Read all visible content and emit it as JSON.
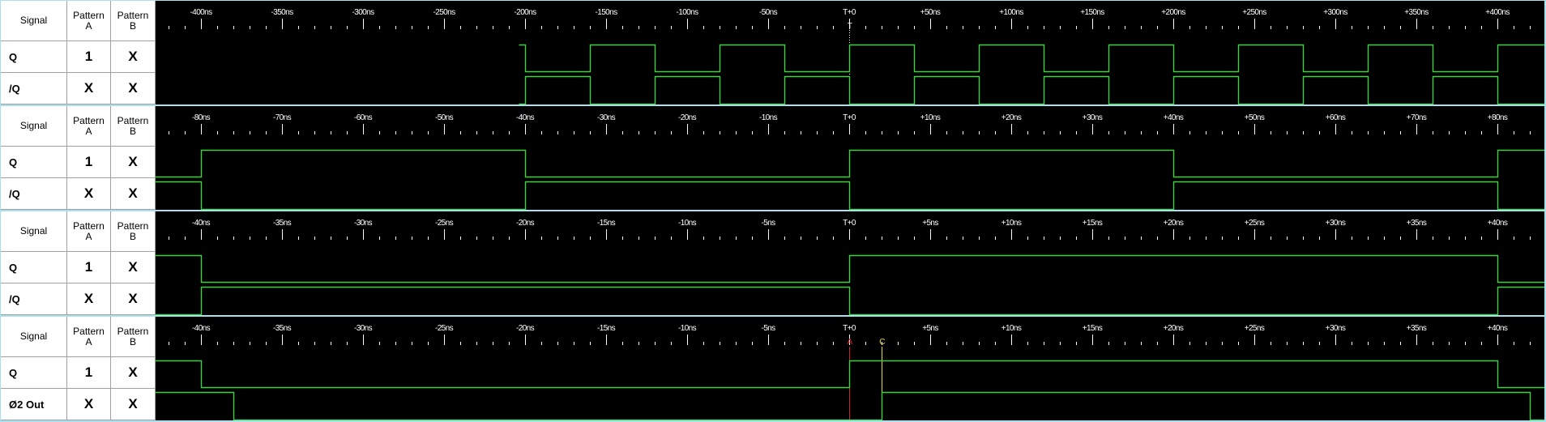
{
  "colors": {
    "wave": "#3ed23e",
    "ruler": "#ffffff",
    "marker_a": "#d42020",
    "marker_c": "#e8e040",
    "marker_t": "#ffffff",
    "border": "#a8e0f0"
  },
  "headers": {
    "signal": "Signal",
    "pattern": "Pattern",
    "a": "A",
    "b": "B"
  },
  "panels": [
    {
      "ns_per_major": 50,
      "tick_labels": [
        "-400ns",
        "-350ns",
        "-300ns",
        "-250ns",
        "-200ns",
        "-150ns",
        "-100ns",
        "-50ns",
        "T+0",
        "+50ns",
        "+100ns",
        "+150ns",
        "+200ns",
        "+250ns",
        "+300ns",
        "+350ns",
        "+400ns"
      ],
      "markers": [
        {
          "label": "T",
          "time": 0,
          "color": "marker_t",
          "style": "dotted"
        }
      ],
      "signals": [
        {
          "name": "Q",
          "pattern_a": "1",
          "pattern_b": "X",
          "start": null,
          "edges": [
            [
              -204,
              1
            ],
            [
              -200,
              0
            ],
            [
              -160,
              1
            ],
            [
              -120,
              0
            ],
            [
              -80,
              1
            ],
            [
              -40,
              0
            ],
            [
              0,
              1
            ],
            [
              40,
              0
            ],
            [
              80,
              1
            ],
            [
              120,
              0
            ],
            [
              160,
              1
            ],
            [
              200,
              0
            ],
            [
              240,
              1
            ],
            [
              280,
              0
            ],
            [
              320,
              1
            ],
            [
              360,
              0
            ],
            [
              400,
              1
            ]
          ]
        },
        {
          "name": "/Q",
          "pattern_a": "X",
          "pattern_b": "X",
          "start": null,
          "edges": [
            [
              -204,
              0
            ],
            [
              -200,
              1
            ],
            [
              -160,
              0
            ],
            [
              -120,
              1
            ],
            [
              -80,
              0
            ],
            [
              -40,
              1
            ],
            [
              0,
              0
            ],
            [
              40,
              1
            ],
            [
              80,
              0
            ],
            [
              120,
              1
            ],
            [
              160,
              0
            ],
            [
              200,
              1
            ],
            [
              240,
              0
            ],
            [
              280,
              1
            ],
            [
              320,
              0
            ],
            [
              360,
              1
            ],
            [
              400,
              0
            ]
          ]
        }
      ]
    },
    {
      "ns_per_major": 10,
      "tick_labels": [
        "-80ns",
        "-70ns",
        "-60ns",
        "-50ns",
        "-40ns",
        "-30ns",
        "-20ns",
        "-10ns",
        "T+0",
        "+10ns",
        "+20ns",
        "+30ns",
        "+40ns",
        "+50ns",
        "+60ns",
        "+70ns",
        "+80ns"
      ],
      "markers": [],
      "signals": [
        {
          "name": "Q",
          "pattern_a": "1",
          "pattern_b": "X",
          "start": 0,
          "edges": [
            [
              -80,
              1
            ],
            [
              -40,
              0
            ],
            [
              0,
              1
            ],
            [
              40,
              0
            ],
            [
              80,
              1
            ]
          ]
        },
        {
          "name": "/Q",
          "pattern_a": "X",
          "pattern_b": "X",
          "start": 1,
          "edges": [
            [
              -80,
              0
            ],
            [
              -40,
              1
            ],
            [
              0,
              0
            ],
            [
              40,
              1
            ],
            [
              80,
              0
            ]
          ]
        }
      ]
    },
    {
      "ns_per_major": 5,
      "tick_labels": [
        "-40ns",
        "-35ns",
        "-30ns",
        "-25ns",
        "-20ns",
        "-15ns",
        "-10ns",
        "-5ns",
        "T+0",
        "+5ns",
        "+10ns",
        "+15ns",
        "+20ns",
        "+25ns",
        "+30ns",
        "+35ns",
        "+40ns"
      ],
      "markers": [],
      "signals": [
        {
          "name": "Q",
          "pattern_a": "1",
          "pattern_b": "X",
          "start": 1,
          "edges": [
            [
              -40,
              0
            ],
            [
              0,
              1
            ],
            [
              40,
              0
            ]
          ]
        },
        {
          "name": "/Q",
          "pattern_a": "X",
          "pattern_b": "X",
          "start": 0,
          "edges": [
            [
              -40,
              1
            ],
            [
              0,
              0
            ],
            [
              40,
              1
            ]
          ]
        }
      ]
    },
    {
      "ns_per_major": 5,
      "tick_labels": [
        "-40ns",
        "-35ns",
        "-30ns",
        "-25ns",
        "-20ns",
        "-15ns",
        "-10ns",
        "-5ns",
        "T+0",
        "+5ns",
        "+10ns",
        "+15ns",
        "+20ns",
        "+25ns",
        "+30ns",
        "+35ns",
        "+40ns"
      ],
      "markers": [
        {
          "label": "A",
          "time": 0,
          "color": "marker_a",
          "style": "solid"
        },
        {
          "label": "C",
          "time": 2,
          "color": "marker_c",
          "style": "solid"
        }
      ],
      "signals": [
        {
          "name": "Q",
          "pattern_a": "1",
          "pattern_b": "X",
          "start": 1,
          "edges": [
            [
              -40,
              0
            ],
            [
              0,
              1
            ],
            [
              40,
              0
            ]
          ]
        },
        {
          "name": "Ø2 Out",
          "pattern_a": "X",
          "pattern_b": "X",
          "start": 1,
          "edges": [
            [
              -38,
              0
            ],
            [
              2,
              1
            ],
            [
              42,
              0
            ]
          ]
        }
      ]
    }
  ]
}
